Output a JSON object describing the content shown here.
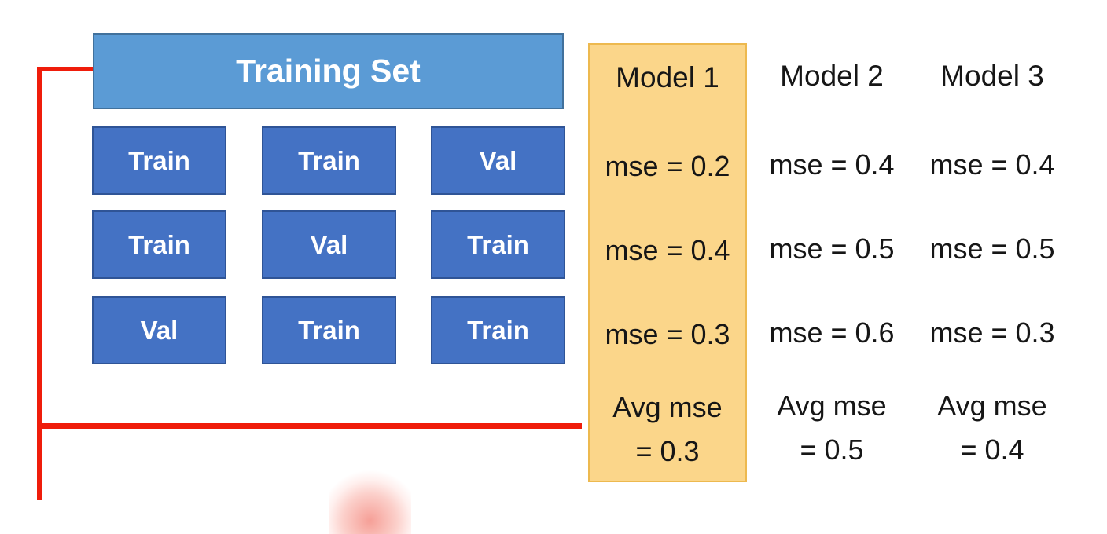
{
  "diagram": {
    "training_set_label": "Training Set",
    "grid": {
      "rows": [
        [
          "Train",
          "Train",
          "Val"
        ],
        [
          "Train",
          "Val",
          "Train"
        ],
        [
          "Val",
          "Train",
          "Train"
        ]
      ]
    },
    "models": [
      {
        "name": "Model 1",
        "highlighted": true,
        "mse": [
          "mse = 0.2",
          "mse = 0.4",
          "mse = 0.3"
        ],
        "avg_line1": "Avg mse",
        "avg_line2": "= 0.3"
      },
      {
        "name": "Model 2",
        "highlighted": false,
        "mse": [
          "mse = 0.4",
          "mse = 0.5",
          "mse = 0.6"
        ],
        "avg_line1": "Avg mse",
        "avg_line2": "= 0.5"
      },
      {
        "name": "Model 3",
        "highlighted": false,
        "mse": [
          "mse = 0.4",
          "mse = 0.5",
          "mse = 0.3"
        ],
        "avg_line1": "Avg mse",
        "avg_line2": "= 0.4"
      }
    ],
    "colors": {
      "header_fill": "#5B9BD5",
      "header_border": "#41719C",
      "cell_fill": "#4472C4",
      "cell_border": "#2F5496",
      "highlight_fill": "#FBD68A",
      "highlight_border": "#EDB94F",
      "connector_red": "#EF1D0B",
      "text_dark": "#161616",
      "text_light": "#FFFFFF"
    }
  }
}
